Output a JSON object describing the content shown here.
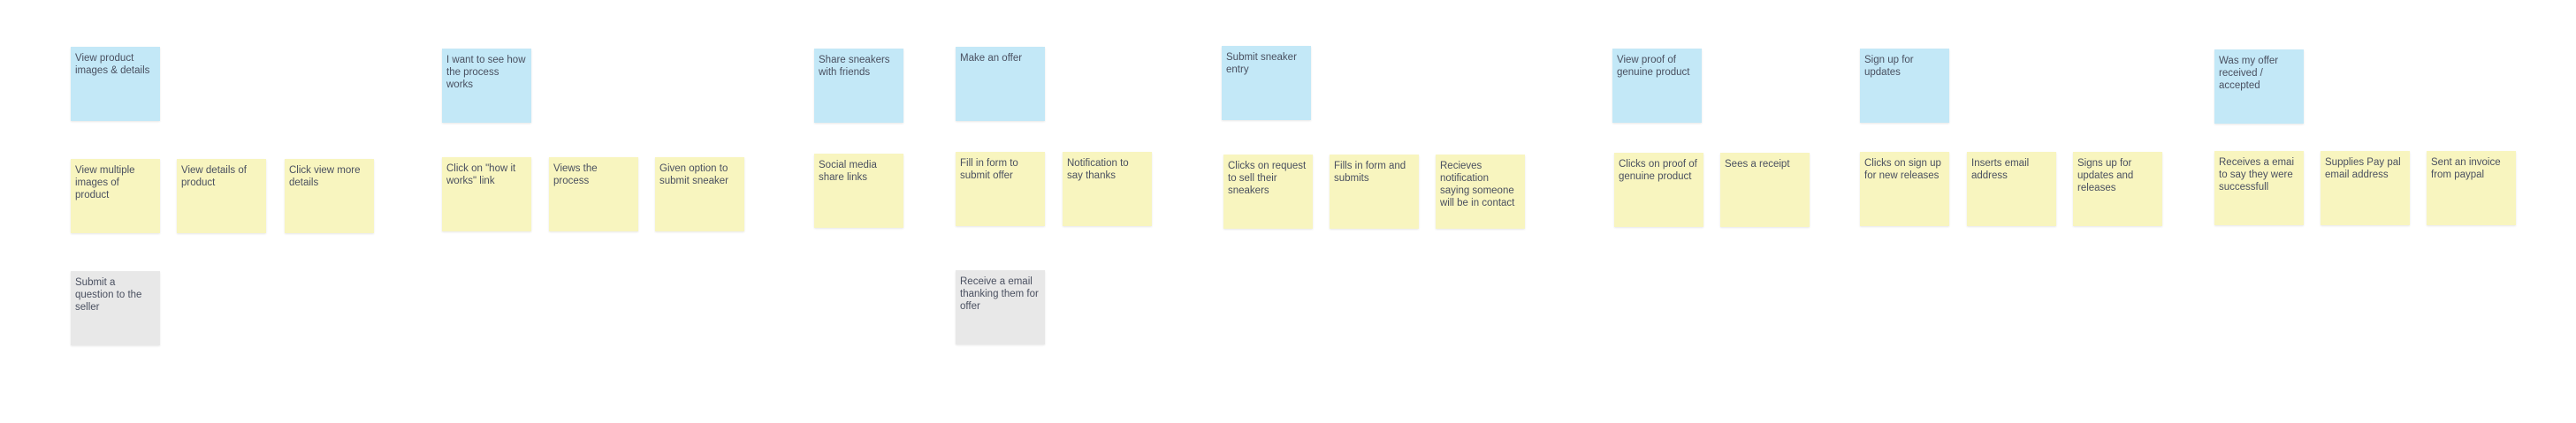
{
  "board": {
    "columns": [
      {
        "goal": "View product images & details",
        "steps": [
          "View multiple images of product",
          "View details of product",
          "Click view more details"
        ],
        "extra": "Submit a question to the seller"
      },
      {
        "goal": "I want to see how the process works",
        "steps": [
          "Click on \"how it works\" link",
          "Views the process",
          "Given option to submit sneaker"
        ],
        "extra": ""
      },
      {
        "goal": "Share sneakers with friends",
        "steps": [
          "Social media share links"
        ],
        "extra": ""
      },
      {
        "goal": "Make an offer",
        "steps": [
          "Fill in form to submit offer",
          "Notification to say thanks"
        ],
        "extra": "Receive a email thanking them for offer"
      },
      {
        "goal": "Submit sneaker entry",
        "steps": [
          "Clicks on request to sell their sneakers",
          "Fills in form and submits",
          "Recieves notification saying someone will be in contact"
        ],
        "extra": ""
      },
      {
        "goal": "View proof of genuine product",
        "steps": [
          "Clicks on proof of genuine product",
          "Sees a receipt"
        ],
        "extra": ""
      },
      {
        "goal": "Sign up for updates",
        "steps": [
          "Clicks on sign up for new releases",
          "Inserts email address",
          "Signs up for updates and releases"
        ],
        "extra": ""
      },
      {
        "goal": "Was my offer received / accepted",
        "steps": [
          "Receives a emai to say they were successfull",
          "Supplies Pay pal email address",
          "Sent an invoice from paypal"
        ],
        "extra": ""
      }
    ],
    "colors": {
      "goal": "#c3e8f7",
      "step": "#f8f5bf",
      "extra": "#e8e8e8",
      "text": "#4a5060"
    }
  }
}
